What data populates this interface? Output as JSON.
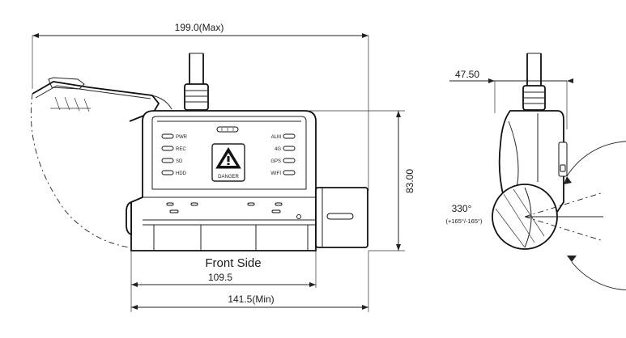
{
  "dimensions": {
    "top_width": "199.0(Max)",
    "front_width": "109.5",
    "min_width": "141.5(Min)",
    "height": "83.00",
    "side_depth": "47.50",
    "rotation": "330°",
    "rotation_range": "(+165°/-165°)"
  },
  "caption": "Front Side",
  "led_labels_left": [
    "PWR",
    "REC",
    "SD",
    "HDD"
  ],
  "led_labels_right": [
    "ALM",
    "4G",
    "GPS",
    "WIFI"
  ],
  "warning_label": "DANGER"
}
